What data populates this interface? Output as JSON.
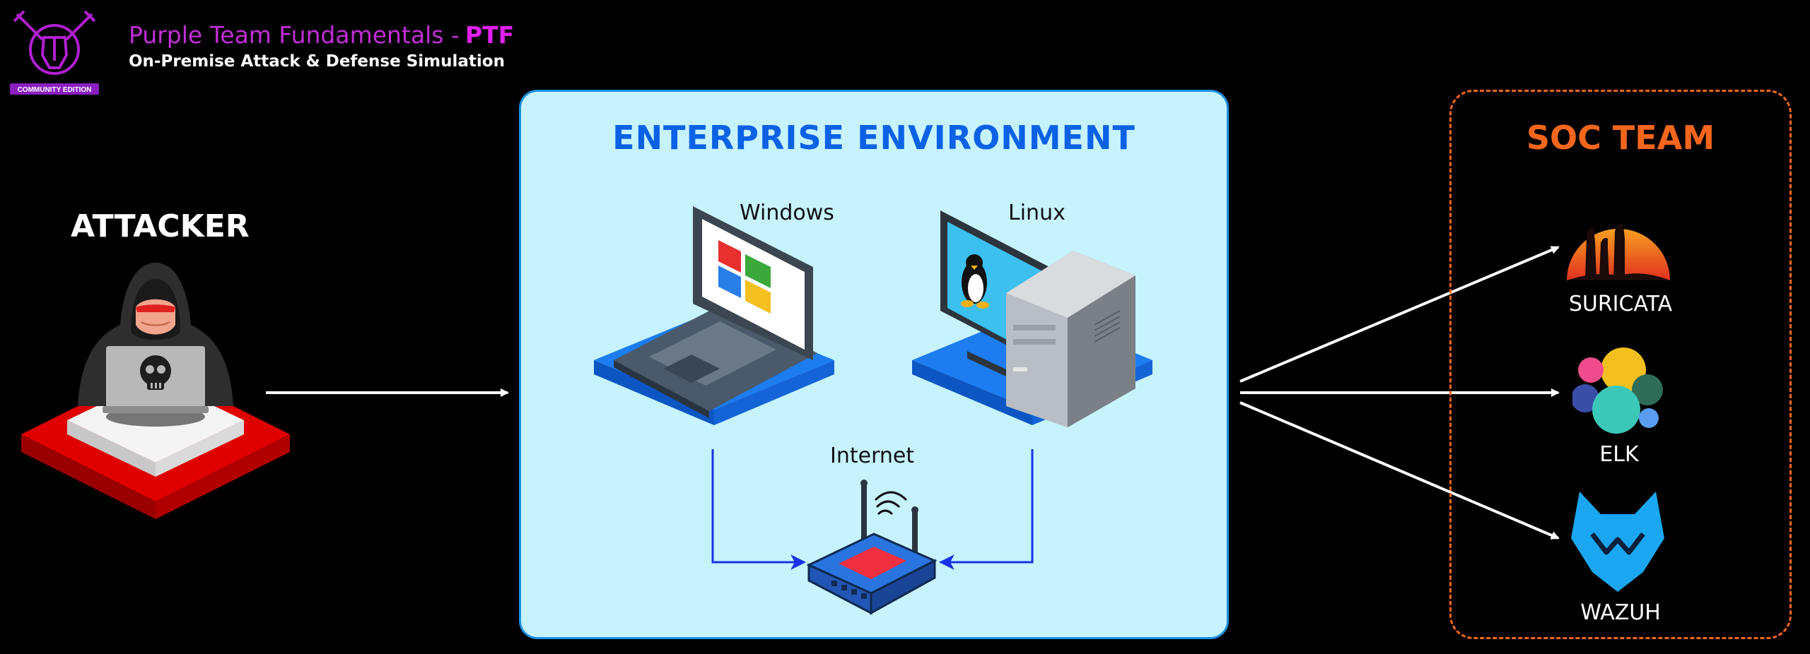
{
  "header": {
    "title": "Purple Team Fundamentals -",
    "acronym": "PTF",
    "subtitle": "On-Premise Attack & Defense Simulation",
    "logo_badge": "COMMUNITY EDITION"
  },
  "attacker": {
    "title": "ATTACKER"
  },
  "enterprise": {
    "title": "ENTERPRISE ENVIRONMENT",
    "windows_label": "Windows",
    "linux_label": "Linux",
    "internet_label": "Internet"
  },
  "soc": {
    "title": "SOC TEAM",
    "tools": [
      {
        "label": "SURICATA"
      },
      {
        "label": "ELK"
      },
      {
        "label": "WAZUH"
      }
    ]
  },
  "colors": {
    "background": "#000000",
    "brand_purple": "#c22ed8",
    "enterprise_bg": "#c6f3fe",
    "enterprise_border": "#1e8ee0",
    "enterprise_title": "#0c62e6",
    "soc_accent": "#f4661c",
    "attacker_red": "#e00000"
  }
}
